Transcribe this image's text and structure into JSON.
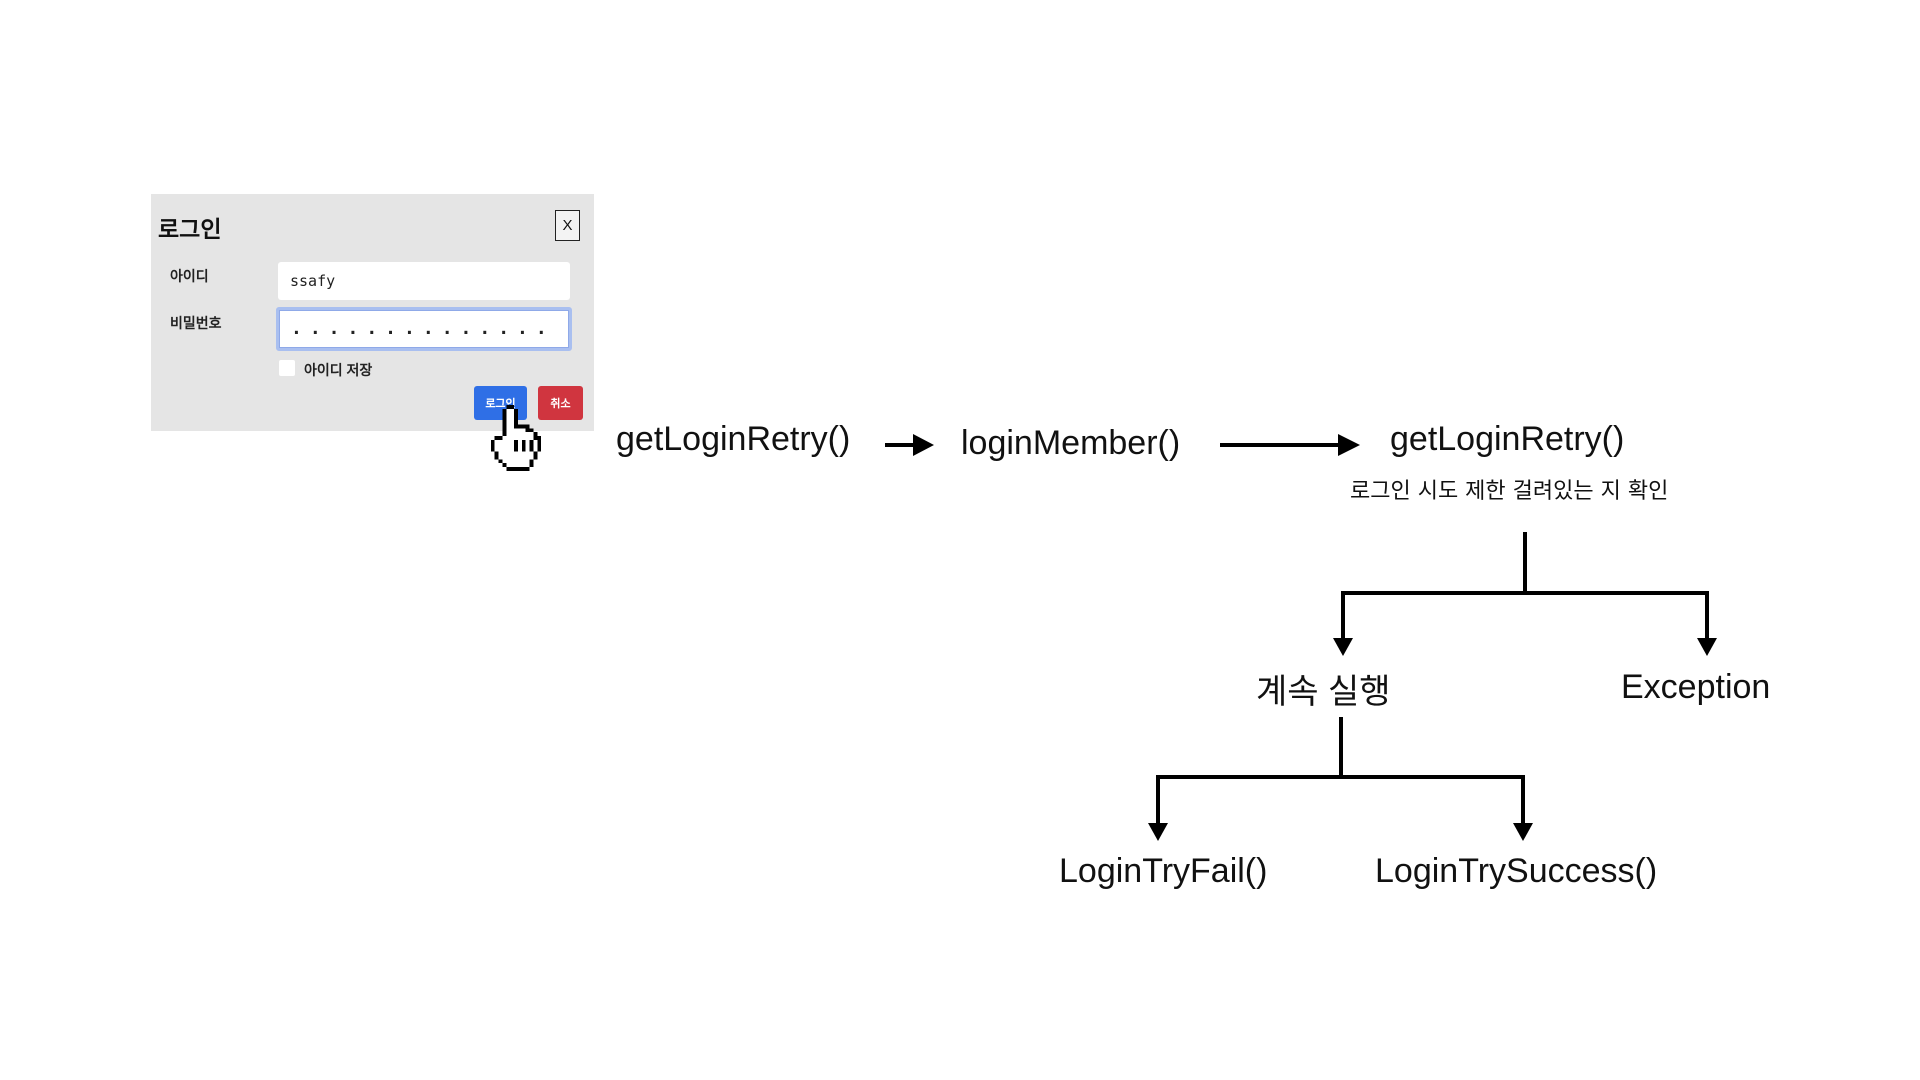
{
  "login_modal": {
    "title": "로그인",
    "close_label": "X",
    "id_label": "아이디",
    "id_value": "ssafy",
    "password_label": "비밀번호",
    "password_mask": "..............",
    "save_id_label": "아이디 저장",
    "save_id_checked": false,
    "login_button": "로그인",
    "cancel_button": "취소"
  },
  "flow": {
    "step1": "getLoginRetry()",
    "step2": "loginMember()",
    "step3": "getLoginRetry()",
    "step3_note": "로그인 시도 제한 걸려있는 지 확인",
    "branch_continue": "계속 실행",
    "branch_exception": "Exception",
    "leaf_fail": "LoginTryFail()",
    "leaf_success": "LoginTrySuccess()"
  },
  "colors": {
    "modal_bg": "#e5e5e5",
    "login_button": "#2f6fe6",
    "cancel_button": "#d0353f",
    "focus_ring": "#a9bff0",
    "lines": "#000000"
  },
  "icons": {
    "cursor": "pointing-hand-cursor-icon",
    "close": "close-icon"
  }
}
